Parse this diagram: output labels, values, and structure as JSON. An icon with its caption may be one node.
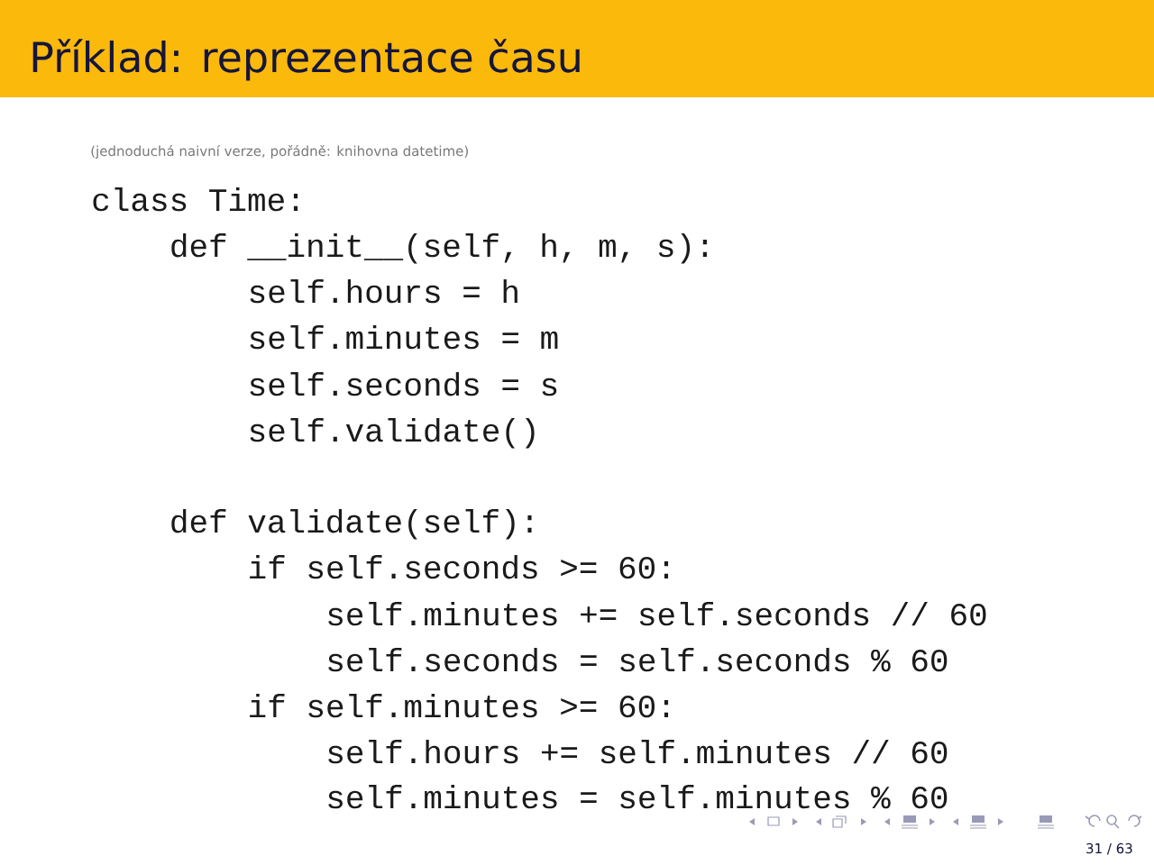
{
  "diagram": {
    "title": "Příklad: reprezentace času",
    "labels": [
      "(jednoduchá naivní verze, pořádně: knihovna datetime)",
      "class Time:",
      "def __init__(self, h, m, s):",
      "self.hours = h",
      "self.minutes = m",
      "self.seconds = s",
      "self.validate()",
      "def validate(self):",
      "if self.seconds >= 60:",
      "self.minutes += self.seconds // 60",
      "self.seconds = self.seconds % 60",
      "if self.minutes >= 60:",
      "self.hours += self.minutes // 60",
      "self.minutes = self.minutes % 60",
      "31 / 63"
    ]
  }
}
